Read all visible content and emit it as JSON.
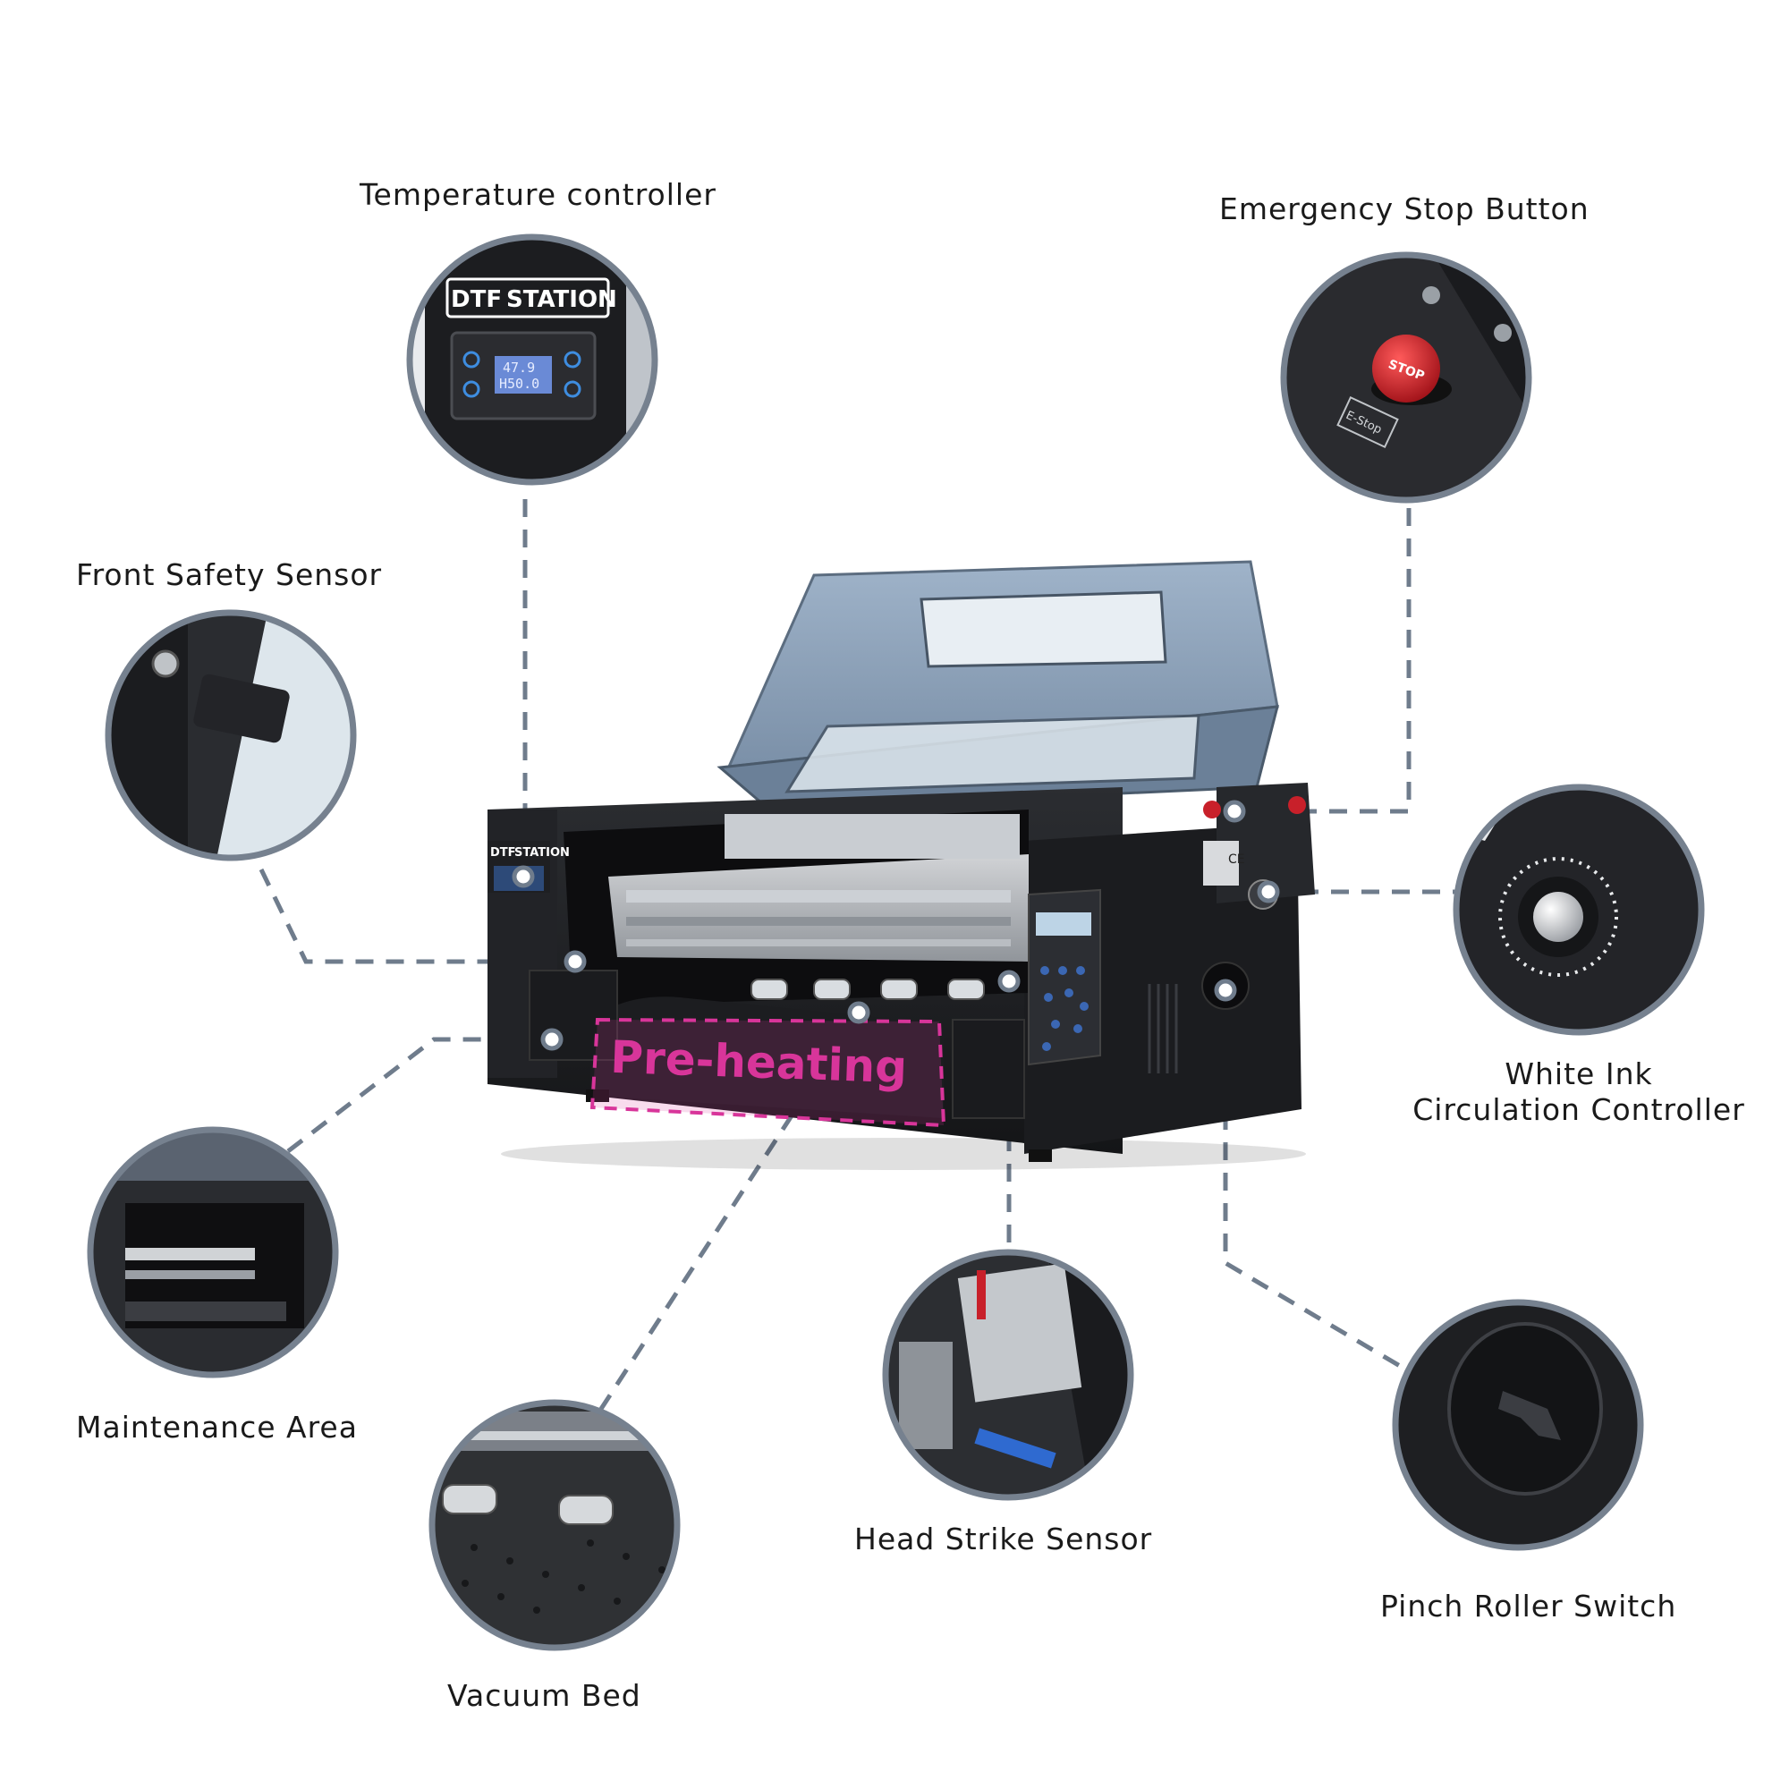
{
  "callouts": {
    "temperature_controller": "Temperature controller",
    "emergency_stop": "Emergency Stop Button",
    "front_safety_sensor": "Front Safety Sensor",
    "white_ink_line1": "White Ink",
    "white_ink_line2": "Circulation Controller",
    "maintenance_area": "Maintenance Area",
    "vacuum_bed": "Vacuum Bed",
    "head_strike_sensor": "Head Strike Sensor",
    "pinch_roller_switch": "Pinch Roller Switch"
  },
  "printer": {
    "brand_left": "DTF",
    "brand_right": "STATION",
    "preheating_label": "Pre-heating",
    "stop_button_text": "STOP",
    "estop_plate_text": "E-Stop",
    "ce_mark": "CE"
  },
  "temp_display": {
    "line1": "47.9",
    "line2": "H50.0"
  },
  "colors": {
    "dash_line": "#6f7c8c",
    "circle_border": "#76818f",
    "machine_body": "#1e1f22",
    "lid": "#8ea3bc",
    "preheat_magenta": "#d8359a",
    "stop_red": "#c8202a"
  }
}
